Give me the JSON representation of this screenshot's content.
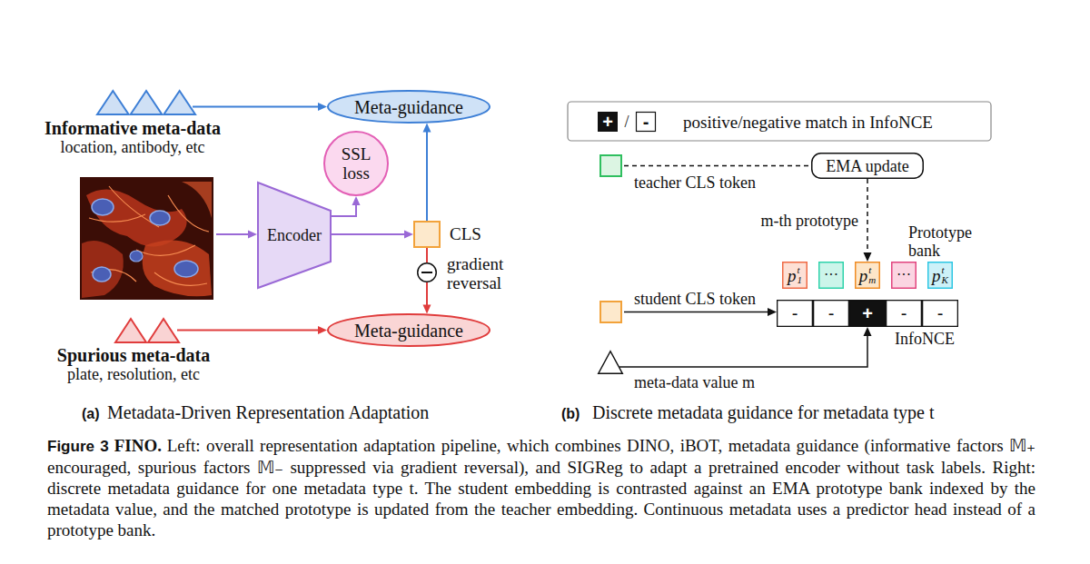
{
  "diagram": {
    "caption": "Left: overall representation adaptation pipeline, which combines DINO, iBOT, metadata guidance (informative factors 𝕄₊ encouraged, spurious factors 𝕄₋ suppressed via gradient reversal), and SIGReg to adapt a pretrained encoder without task labels. Right: discrete metadata guidance for one metadata type t. The student embedding is contrasted against an EMA prototype bank indexed by the metadata value, and the matched prototype is updated from the teacher embedding. Continuous metadata uses a predictor head instead of a prototype bank.",
    "nodes": [
      {
        "text": [
          "Informative meta-data",
          "location, antibody, etc"
        ]
      },
      {
        "text": [
          "Meta-guidance"
        ]
      },
      {
        "text": [
          "SSL loss"
        ]
      },
      {
        "text": [
          "Encoder"
        ]
      },
      {
        "text": [
          "CLS"
        ]
      },
      {
        "text": [
          "gradient reversal"
        ]
      },
      {
        "text": [
          "Meta-guidance"
        ]
      },
      {
        "text": [
          "Spurious meta-data",
          "plate, resolution, etc"
        ]
      },
      {
        "text": [
          "teacher CLS token"
        ]
      },
      {
        "text": [
          "EMA update"
        ]
      },
      {
        "text": [
          "p",
          "1",
          "t"
        ]
      },
      {
        "text": [
          "···"
        ]
      },
      {
        "text": [
          "p",
          "m",
          "t"
        ]
      },
      {
        "text": [
          "···"
        ]
      },
      {
        "text": [
          "p",
          "K",
          "t"
        ]
      },
      {
        "text": [
          "student CLS token"
        ]
      },
      {
        "text": [
          "InfoNCE"
        ]
      },
      {
        "text": [
          "-"
        ],
        "in": 16
      },
      {
        "text": [
          "-"
        ],
        "in": 16
      },
      {
        "text": [
          "+"
        ],
        "in": 16
      },
      {
        "text": [
          "-"
        ],
        "in": 16
      },
      {
        "text": [
          "-"
        ],
        "in": 16
      },
      {
        "text": [
          "meta-data value m"
        ]
      }
    ],
    "edges": [
      {
        "from": 0,
        "to": 1,
        "arrow": "to"
      },
      {
        "from": 3,
        "to": 2,
        "arrow": "to"
      },
      {
        "from": 3,
        "to": 4,
        "arrow": "to"
      },
      {
        "from": 4,
        "to": 1,
        "arrow": "to"
      },
      {
        "from": 4,
        "to": 5,
        "arrow": "none"
      },
      {
        "from": 5,
        "to": 6,
        "arrow": "to"
      },
      {
        "from": 7,
        "to": 6,
        "arrow": "to"
      },
      {
        "from": 8,
        "to": 9,
        "arrow": "none"
      },
      {
        "from": 9,
        "to": 12,
        "label": "m-th prototype",
        "arrow": "to"
      },
      {
        "from": 15,
        "to": 16,
        "arrow": "to"
      },
      {
        "from": 22,
        "to": 19,
        "arrow": "to"
      }
    ],
    "labels": [
      "+",
      "/",
      "-",
      "Prototype bank",
      "(a)",
      "Metadata-Driven Representation Adaptation",
      "(b)",
      "Discrete metadata guidance for metadata type t",
      "Figure 3",
      "FINO."
    ],
    "legend": [
      {
        "text": "positive/negative match in InfoNCE"
      }
    ]
  }
}
